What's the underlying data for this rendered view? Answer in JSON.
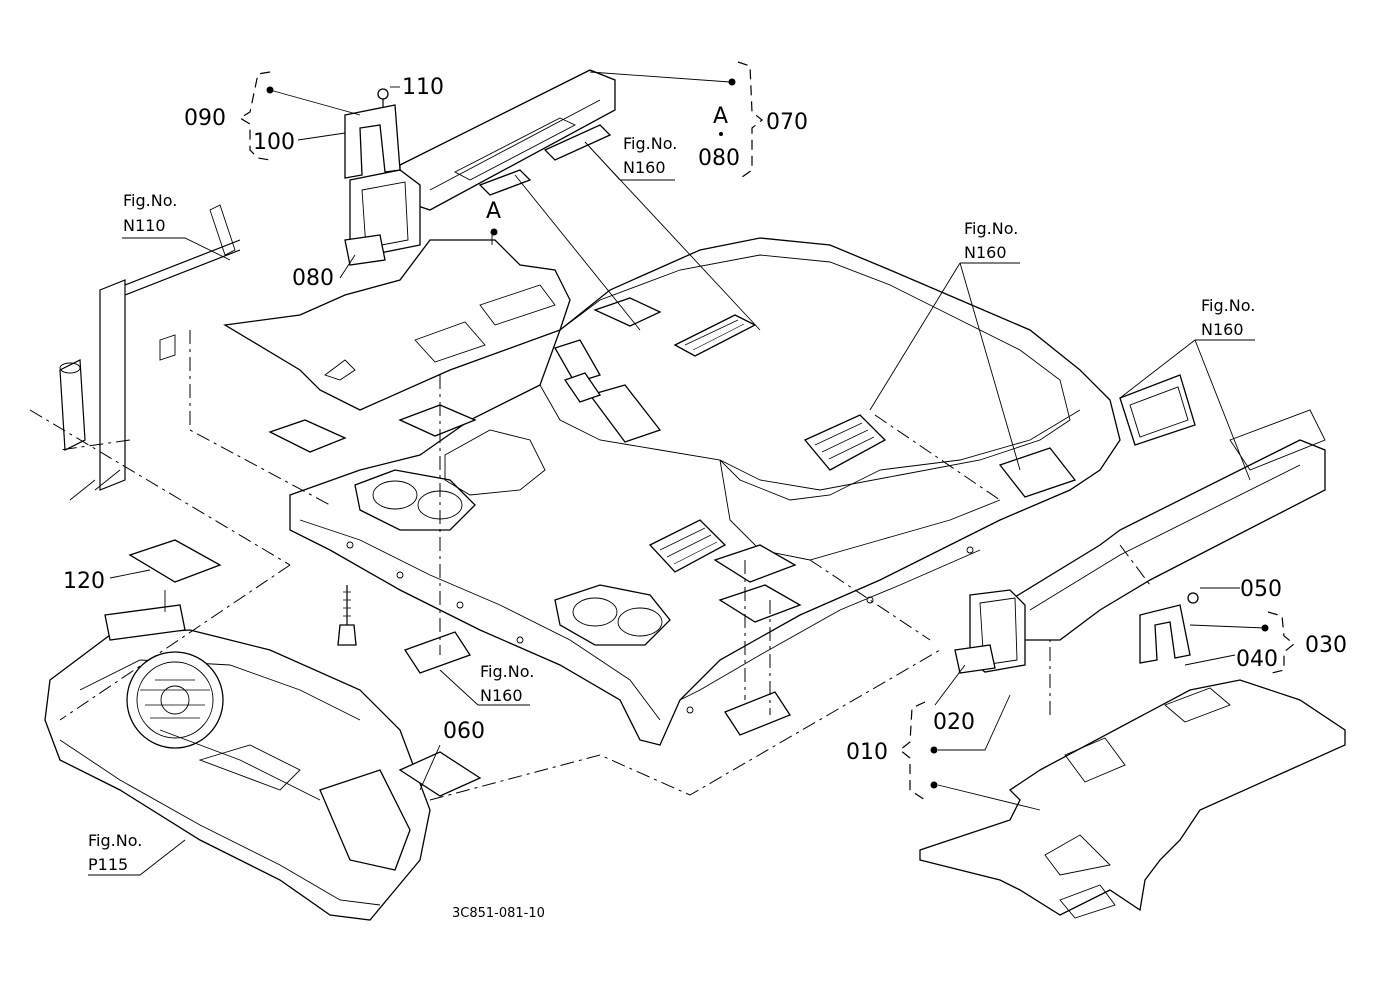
{
  "diagram": {
    "drawing_code": "3C851-081-10",
    "part_numbers": {
      "p010": "010",
      "p020": "020",
      "p030": "030",
      "p040": "040",
      "p050": "050",
      "p060": "060",
      "p070": "070",
      "p080a": "080",
      "p080b": "080",
      "p090": "090",
      "p100": "100",
      "p110": "110",
      "p120": "120"
    },
    "ref_letters": {
      "a1": "A",
      "a2": "A"
    },
    "fig_refs": {
      "fig_label": "Fig.No.",
      "n110": "N110",
      "n160_top": "N160",
      "n160_center": "N160",
      "n160_right": "N160",
      "n160_bottom": "N160",
      "p115": "P115"
    },
    "colors": {
      "ink": "#000000",
      "paper": "#ffffff"
    }
  }
}
